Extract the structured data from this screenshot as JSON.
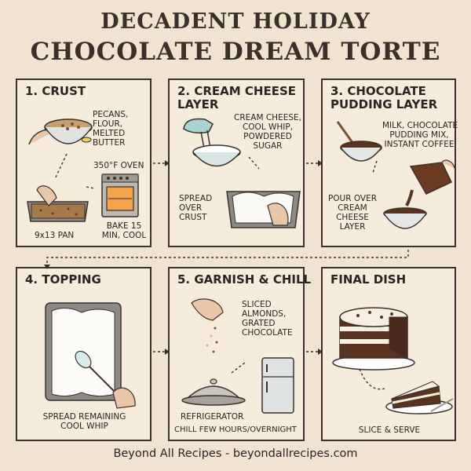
{
  "title": {
    "line1": "DECADENT HOLIDAY",
    "line2": "CHOCOLATE DREAM TORTE"
  },
  "panels": [
    {
      "title": "1. CRUST",
      "labels": [
        "PECANS,\nFLOUR,\nMELTED\nBUTTER",
        "350°F OVEN",
        "9x13 PAN",
        "BAKE 15\nMIN, COOL"
      ]
    },
    {
      "title": "2. CREAM CHEESE\nLAYER",
      "labels": [
        "CREAM CHEESE,\nCOOL WHIP,\nPOWDERED\nSUGAR",
        "SPREAD\nOVER\nCRUST"
      ]
    },
    {
      "title": "3. CHOCOLATE\nPUDDING LAYER",
      "labels": [
        "MILK, CHOCOLATE\nPUDDING MIX,\nINSTANT COFFEE",
        "POUR OVER\nCREAM\nCHEESE\nLAYER"
      ]
    },
    {
      "title": "4. TOPPING",
      "labels": [
        "SPREAD REMAINING\nCOOL WHIP"
      ]
    },
    {
      "title": "5. GARNISH & CHILL",
      "labels": [
        "SLICED\nALMONDS,\nGRATED\nCHOCOLATE",
        "REFRIGERATOR",
        "CHILL FEW HOURS/OVERNIGHT"
      ]
    },
    {
      "title": "FINAL DISH",
      "labels": [
        "SLICE & SERVE"
      ]
    }
  ],
  "footer": "Beyond All Recipes - beyondallrecipes.com"
}
